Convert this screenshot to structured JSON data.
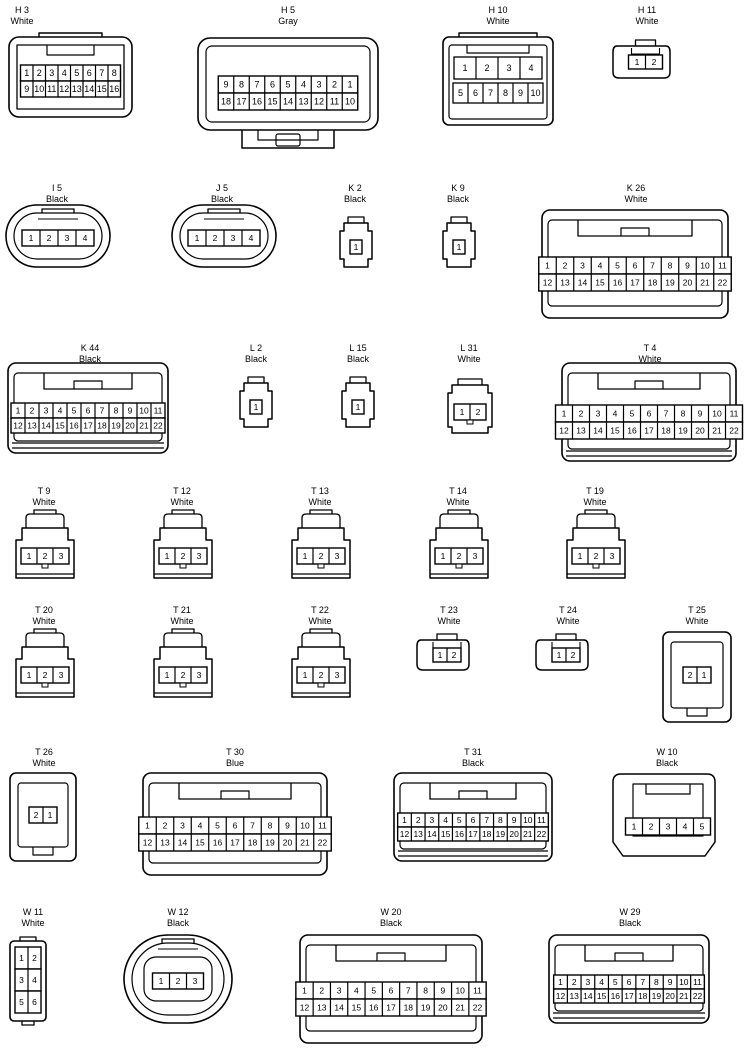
{
  "connectors": [
    {
      "code": "H 3",
      "color": "White",
      "pins": [
        [
          "1",
          "2",
          "3",
          "4",
          "5",
          "6",
          "7",
          "8"
        ],
        [
          "9",
          "10",
          "11",
          "12",
          "13",
          "14",
          "15",
          "16"
        ]
      ]
    },
    {
      "code": "H 5",
      "color": "Gray",
      "pins": [
        [
          "9",
          "8",
          "7",
          "6",
          "5",
          "4",
          "3",
          "2",
          "1"
        ],
        [
          "18",
          "17",
          "16",
          "15",
          "14",
          "13",
          "12",
          "11",
          "10"
        ]
      ]
    },
    {
      "code": "H 10",
      "color": "White",
      "pins": [
        [
          "1",
          "2",
          "3",
          "4"
        ],
        [
          "5",
          "6",
          "7",
          "8",
          "9",
          "10"
        ]
      ]
    },
    {
      "code": "H 11",
      "color": "White",
      "pins": [
        [
          "1",
          "2"
        ]
      ]
    },
    {
      "code": "I 5",
      "color": "Black",
      "pins": [
        [
          "1",
          "2",
          "3",
          "4"
        ]
      ]
    },
    {
      "code": "J 5",
      "color": "Black",
      "pins": [
        [
          "1",
          "2",
          "3",
          "4"
        ]
      ]
    },
    {
      "code": "K 2",
      "color": "Black",
      "pins": [
        [
          "1"
        ]
      ]
    },
    {
      "code": "K 9",
      "color": "Black",
      "pins": [
        [
          "1"
        ]
      ]
    },
    {
      "code": "K 26",
      "color": "White",
      "pins": [
        [
          "1",
          "2",
          "3",
          "4",
          "5",
          "6",
          "7",
          "8",
          "9",
          "10",
          "11"
        ],
        [
          "12",
          "13",
          "14",
          "15",
          "16",
          "17",
          "18",
          "19",
          "20",
          "21",
          "22"
        ]
      ]
    },
    {
      "code": "K 44",
      "color": "Black",
      "pins": [
        [
          "1",
          "2",
          "3",
          "4",
          "5",
          "6",
          "7",
          "8",
          "9",
          "10",
          "11"
        ],
        [
          "12",
          "13",
          "14",
          "15",
          "16",
          "17",
          "18",
          "19",
          "20",
          "21",
          "22"
        ]
      ]
    },
    {
      "code": "L 2",
      "color": "Black",
      "pins": [
        [
          "1"
        ]
      ]
    },
    {
      "code": "L 15",
      "color": "Black",
      "pins": [
        [
          "1"
        ]
      ]
    },
    {
      "code": "L 31",
      "color": "White",
      "pins": [
        [
          "1",
          "2"
        ]
      ]
    },
    {
      "code": "T 4",
      "color": "White",
      "pins": [
        [
          "1",
          "2",
          "3",
          "4",
          "5",
          "6",
          "7",
          "8",
          "9",
          "10",
          "11"
        ],
        [
          "12",
          "13",
          "14",
          "15",
          "16",
          "17",
          "18",
          "19",
          "20",
          "21",
          "22"
        ]
      ]
    },
    {
      "code": "T 9",
      "color": "White",
      "pins": [
        [
          "1",
          "2",
          "3"
        ]
      ]
    },
    {
      "code": "T 12",
      "color": "White",
      "pins": [
        [
          "1",
          "2",
          "3"
        ]
      ]
    },
    {
      "code": "T 13",
      "color": "White",
      "pins": [
        [
          "1",
          "2",
          "3"
        ]
      ]
    },
    {
      "code": "T 14",
      "color": "White",
      "pins": [
        [
          "1",
          "2",
          "3"
        ]
      ]
    },
    {
      "code": "T 19",
      "color": "White",
      "pins": [
        [
          "1",
          "2",
          "3"
        ]
      ]
    },
    {
      "code": "T 20",
      "color": "White",
      "pins": [
        [
          "1",
          "2",
          "3"
        ]
      ]
    },
    {
      "code": "T 21",
      "color": "White",
      "pins": [
        [
          "1",
          "2",
          "3"
        ]
      ]
    },
    {
      "code": "T 22",
      "color": "White",
      "pins": [
        [
          "1",
          "2",
          "3"
        ]
      ]
    },
    {
      "code": "T 23",
      "color": "White",
      "pins": [
        [
          "1",
          "2"
        ]
      ]
    },
    {
      "code": "T 24",
      "color": "White",
      "pins": [
        [
          "1",
          "2"
        ]
      ]
    },
    {
      "code": "T 25",
      "color": "White",
      "pins": [
        [
          "2",
          "1"
        ]
      ]
    },
    {
      "code": "T 26",
      "color": "White",
      "pins": [
        [
          "2",
          "1"
        ]
      ]
    },
    {
      "code": "T 30",
      "color": "Blue",
      "pins": [
        [
          "1",
          "2",
          "3",
          "4",
          "5",
          "6",
          "7",
          "8",
          "9",
          "10",
          "11"
        ],
        [
          "12",
          "13",
          "14",
          "15",
          "16",
          "17",
          "18",
          "19",
          "20",
          "21",
          "22"
        ]
      ]
    },
    {
      "code": "T 31",
      "color": "Black",
      "pins": [
        [
          "1",
          "2",
          "3",
          "4",
          "5",
          "6",
          "7",
          "8",
          "9",
          "10",
          "11"
        ],
        [
          "12",
          "13",
          "14",
          "15",
          "16",
          "17",
          "18",
          "19",
          "20",
          "21",
          "22"
        ]
      ]
    },
    {
      "code": "W 10",
      "color": "Black",
      "pins": [
        [
          "1",
          "2",
          "3",
          "4",
          "5"
        ]
      ]
    },
    {
      "code": "W 11",
      "color": "White",
      "pins": [
        [
          "1",
          "2"
        ],
        [
          "3",
          "4"
        ],
        [
          "5",
          "6"
        ]
      ]
    },
    {
      "code": "W 12",
      "color": "Black",
      "pins": [
        [
          "1",
          "2",
          "3"
        ]
      ]
    },
    {
      "code": "W 20",
      "color": "Black",
      "pins": [
        [
          "1",
          "2",
          "3",
          "4",
          "5",
          "6",
          "7",
          "8",
          "9",
          "10",
          "11"
        ],
        [
          "12",
          "13",
          "14",
          "15",
          "16",
          "17",
          "18",
          "19",
          "20",
          "21",
          "22"
        ]
      ]
    },
    {
      "code": "W 29",
      "color": "Black",
      "pins": [
        [
          "1",
          "2",
          "3",
          "4",
          "5",
          "6",
          "7",
          "8",
          "9",
          "10",
          "11"
        ],
        [
          "12",
          "13",
          "14",
          "15",
          "16",
          "17",
          "18",
          "19",
          "20",
          "21",
          "22"
        ]
      ]
    }
  ]
}
